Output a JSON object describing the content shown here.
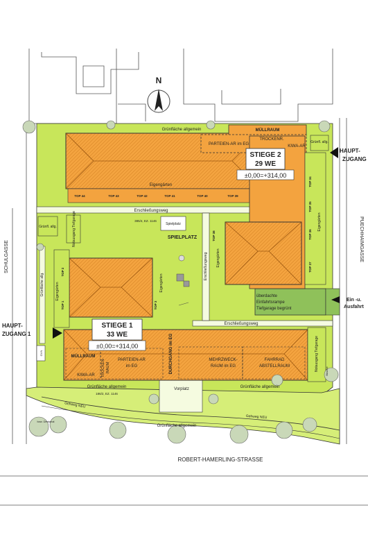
{
  "north": {
    "label": "N"
  },
  "streets": {
    "left": "SCHULGASSE",
    "right": "PUECHHAIMGASSE",
    "bottom": "ROBERT-HAMERLING-STRASSE"
  },
  "entrances": {
    "main_right_line1": "HAUPT-",
    "main_right_line2": "ZUGANG 2",
    "main_left_line1": "HAUPT-",
    "main_left_line2": "ZUGANG 1",
    "drive_line1": "Ein -u.",
    "drive_line2": "Ausfahrt"
  },
  "stairs": [
    {
      "name": "STIEGE 2",
      "units": "29 WE",
      "level": "±0,00=+314,00"
    },
    {
      "name": "STIEGE 1",
      "units": "33 WE",
      "level": "±0,00=+314,00"
    }
  ],
  "rooms": {
    "muellraum_top": "MÜLLRAUM",
    "partei_top": "PARTEIEN-AR im EG",
    "trockenr": "TROCKENR.",
    "kiwa_top": "KIWA-AR",
    "muellraum_bottom": "MÜLLRAUM",
    "kiwa_bottom": "KIWA-AR",
    "trocken_line1": "TROCKEN-",
    "trocken_line2": "RAUM",
    "partei_line1": "PARTEIEN-AR",
    "partei_line2": "im EG",
    "durchgang": "DURCHGANG im EG",
    "mehrzweck_line1": "MEHRZWECK-",
    "mehrzweck_line2": "RAUM im EG",
    "fahrrad_line1": "FAHRRAD",
    "fahrrad_line2": "ABSTELLRAUM"
  },
  "labels": {
    "gruen_top": "Grünfläche allgemein",
    "eigengaerten_top": "Eigengärten",
    "erschliessung_top": "Erschließungsweg",
    "spielplatz": "SPIELPLATZ",
    "gruenfl_allg_left": "Grünfl. allg.",
    "gruenfl_allg_nw": "Grünfl. allg.",
    "notausgang_left": "Notausgang Tiefgarage",
    "gruenfl_vertical": "Grünfläche allg.",
    "eigengaerten_left": "Eigengärten",
    "eigengaerten_mid": "Eigengärten",
    "erschliessung_vertical": "Erschließungsweg",
    "eigengaerten_right": "Eigengärten",
    "eigengaerten_right2": "Eigengärten",
    "erschliessung_lower": "Erschließungsweg",
    "ramp_line1": "überdachte",
    "ramp_line2": "Einfahrtsrampe",
    "ramp_line3": "Tiefgarage begrünt",
    "notausgang_right": "Notausgang Tiefgarage",
    "gruen_bottom_left": "Grünfläche allgemein",
    "vorplatz": "Vorplatz",
    "gruen_bottom_right": "Grünfläche allgemein",
    "gehweg_left": "Gehweg NEU",
    "gehweg_right": "Gehweg NEU",
    "gruen_strip": "Grünfläche allgemein",
    "denkmal": "bzw. Denkmal",
    "gvn": "GVN",
    "parcel_top": "385/4, EZ. 1146",
    "parcel_bottom": "186/2, EZ. 1146",
    "bushes": "Büsche",
    "spielplatz_small": "Spielplatz"
  },
  "tops": [
    "TOP 44",
    "TOP 43",
    "TOP 42",
    "TOP 41",
    "TOP 40",
    "TOP 39",
    "TOP 34",
    "TOP 35",
    "TOP 36",
    "TOP 37",
    "TOP 38",
    "TOP 1",
    "TOP 2",
    "TOP 3"
  ],
  "colors": {
    "grass": "#c8e65a",
    "grass_light": "#e2f2a6",
    "roof": "#f3a33f",
    "roof_line": "#b86a14",
    "ramp": "#8fc15a",
    "outline": "#333333"
  }
}
